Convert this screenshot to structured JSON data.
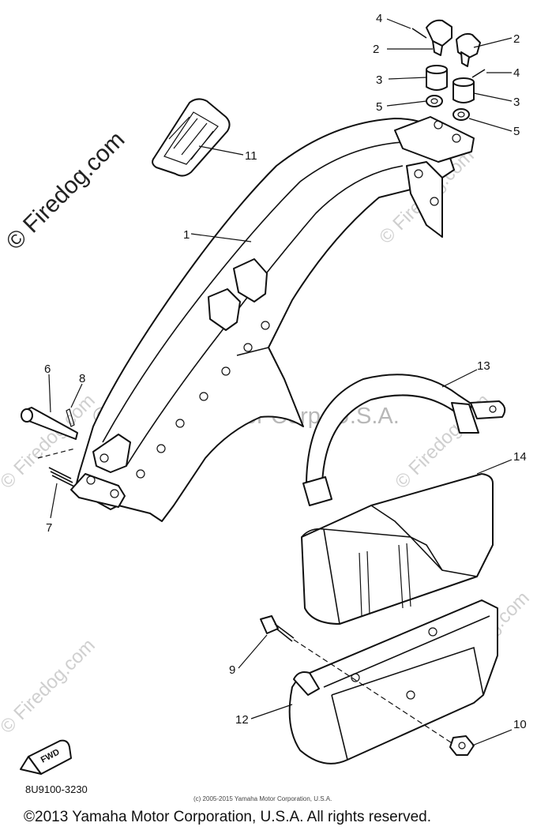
{
  "diagram": {
    "drawing_code": "8U9100-3230",
    "small_copyright": "(c) 2005-2015 Yamaha Motor Corporation, U.S.A.",
    "footer_copyright": "©2013 Yamaha Motor Corporation, U.S.A. All rights reserved.",
    "watermark_brand": "© Firedog.com",
    "watermark_main": "© Yamaha Motor Corp, U.S.A.",
    "fwd_badge": "FWD",
    "callouts": {
      "c1": "1",
      "c2_left": "2",
      "c2_right": "2",
      "c3_left": "3",
      "c3_right": "3",
      "c4_left": "4",
      "c4_right": "4",
      "c5_left": "5",
      "c5_right": "5",
      "c6": "6",
      "c7": "7",
      "c8": "8",
      "c9": "9",
      "c10": "10",
      "c11": "11",
      "c12": "12",
      "c13": "13",
      "c14": "14"
    },
    "colors": {
      "ink": "#111111",
      "watermark": "#cfcfcf",
      "background": "#ffffff"
    }
  }
}
